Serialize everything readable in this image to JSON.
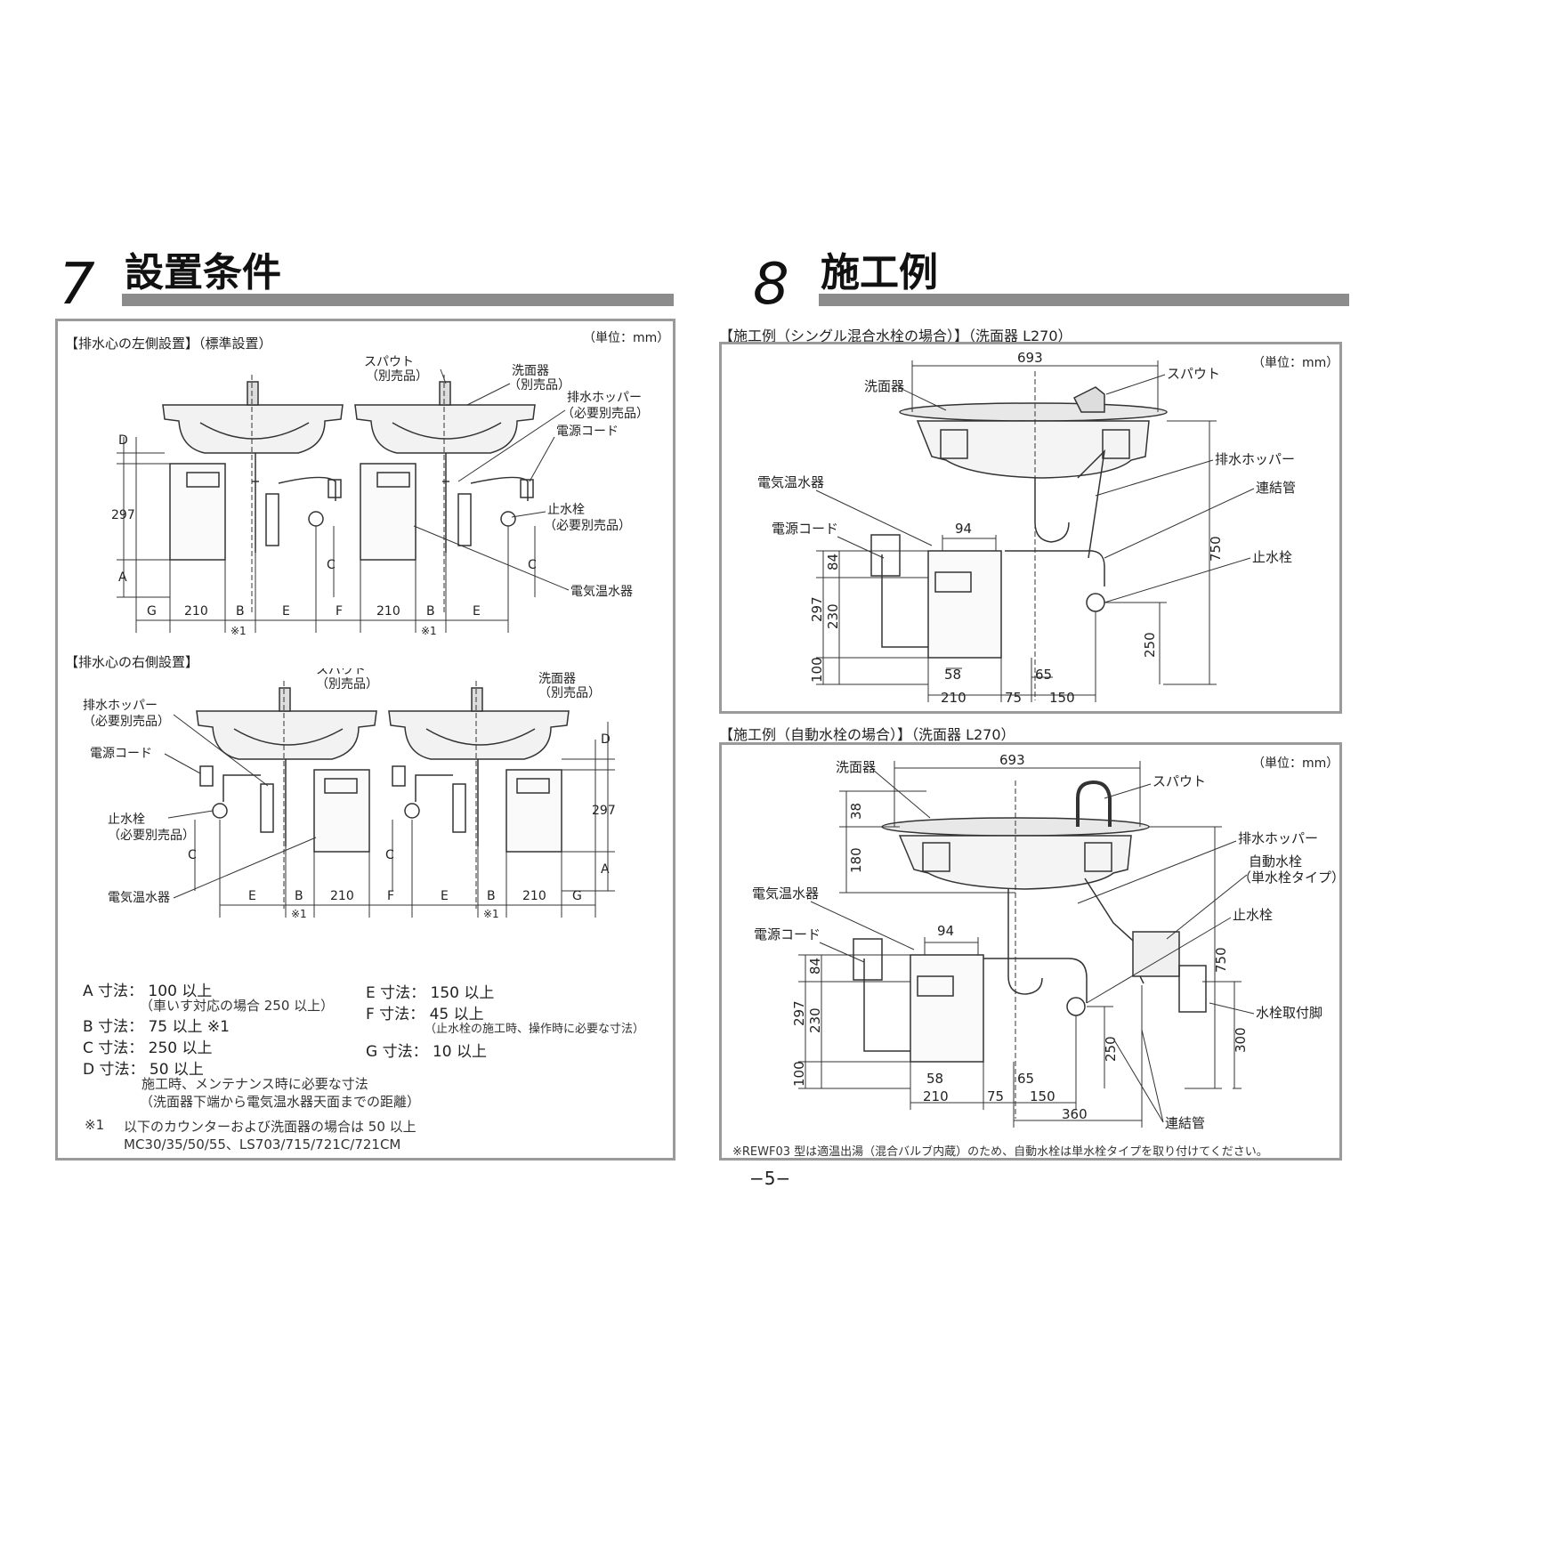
{
  "section7": {
    "number": "7",
    "title": "設置条件",
    "unit": "（単位：mm）",
    "left_title": "【排水心の左側設置】（標準設置）",
    "right_title": "【排水心の右側設置】",
    "labels": {
      "spout": "スパウト",
      "sold_sep": "（別売品）",
      "basin": "洗面器",
      "hopper": "排水ホッパー",
      "req_sep": "（必要別売品）",
      "cord": "電源コード",
      "stop_valve": "止水栓",
      "heater": "電気温水器",
      "dim_d": "D",
      "dim_297": "297",
      "dim_a": "A",
      "dim_c": "C",
      "dim_g": "G",
      "dim_210": "210",
      "dim_b": "B",
      "dim_e": "E",
      "dim_f": "F",
      "note1": "※1"
    },
    "conditions": {
      "a": "A 寸法： 100 以上",
      "a_sub": "（車いす対応の場合 250 以上）",
      "b": "B 寸法：  75 以上 ※1",
      "c": "C 寸法： 250 以上",
      "d": "D 寸法：  50 以上",
      "d_sub1": "施工時、メンテナンス時に必要な寸法",
      "d_sub2": "（洗面器下端から電気温水器天面までの距離）",
      "e": "E 寸法： 150 以上",
      "f": "F 寸法：  45 以上",
      "f_sub": "（止水栓の施工時、操作時に必要な寸法）",
      "g": "G 寸法：  10 以上",
      "footnote_mark": "※1",
      "footnote_1": "以下のカウンターおよび洗面器の場合は 50 以上",
      "footnote_2": "MC30/35/50/55、LS703/715/721C/721CM"
    }
  },
  "section8": {
    "number": "8",
    "title": "施工例",
    "ex1_title": "【施工例（シングル混合水栓の場合）】（洗面器 L270）",
    "ex2_title": "【施工例（自動水栓の場合）】（洗面器 L270）",
    "unit": "（単位：mm）",
    "labels": {
      "basin": "洗面器",
      "spout": "スパウト",
      "hopper": "排水ホッパー",
      "pipe": "連結管",
      "stop_valve": "止水栓",
      "heater": "電気温水器",
      "cord": "電源コード",
      "auto_faucet": "自動水栓",
      "single_type": "（単水栓タイプ）",
      "faucet_leg": "水栓取付脚"
    },
    "dims": {
      "w693": "693",
      "d94": "94",
      "d84": "84",
      "d297": "297",
      "d230": "230",
      "d100": "100",
      "d58": "58",
      "d65": "65",
      "d210": "210",
      "d75": "75",
      "d150": "150",
      "d750": "750",
      "d250": "250",
      "d38": "38",
      "d180": "180",
      "d300": "300",
      "d360": "360"
    },
    "footnote": "※REWF03 型は適温出湯（混合バルブ内蔵）のため、自動水栓は単水栓タイプを取り付けてください。"
  },
  "page_number": "−5−"
}
